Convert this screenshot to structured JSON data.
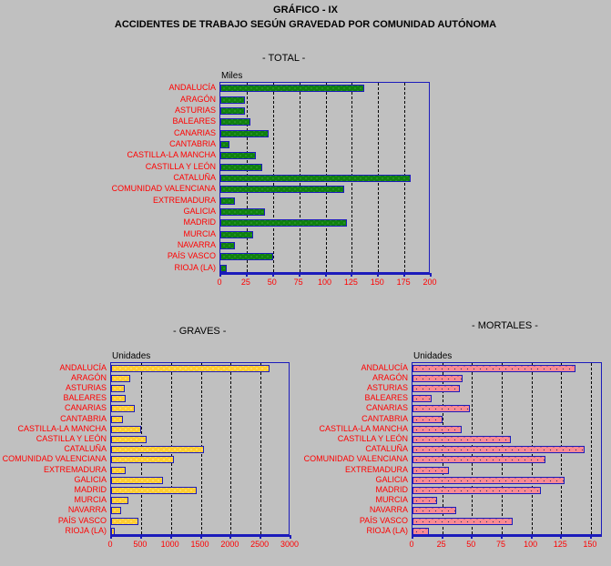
{
  "header": {
    "line1": "GRÁFICO - IX",
    "line2": "ACCIDENTES DE TRABAJO SEGÚN GRAVEDAD POR COMUNIDAD AUTÓNOMA"
  },
  "chart_data": [
    {
      "id": "total",
      "type": "bar",
      "orientation": "horizontal",
      "title": "- TOTAL -",
      "ylabel": "",
      "xlabel": "",
      "unit_label": "Miles",
      "grid": true,
      "legend": "none",
      "xlim": [
        0,
        200
      ],
      "xticks": [
        0,
        25,
        50,
        75,
        100,
        125,
        150,
        175,
        200
      ],
      "bar_color": "#108010",
      "bar_border_color": "#1b1bbb",
      "label_color": "#ff0000",
      "categories": [
        "ANDALUCÍA",
        "ARAGÓN",
        "ASTURIAS",
        "BALEARES",
        "CANARIAS",
        "CANTABRIA",
        "CASTILLA-LA MANCHA",
        "CASTILLA Y LEÓN",
        "CATALUÑA",
        "COMUNIDAD VALENCIANA",
        "EXTREMADURA",
        "GALICIA",
        "MADRID",
        "MURCIA",
        "NAVARRA",
        "PAÍS VASCO",
        "RIOJA (LA)"
      ],
      "values": [
        137,
        23,
        23,
        29,
        46,
        9,
        34,
        40,
        181,
        118,
        14,
        42,
        120,
        31,
        14,
        50,
        6
      ]
    },
    {
      "id": "graves",
      "type": "bar",
      "orientation": "horizontal",
      "title": "- GRAVES -",
      "ylabel": "",
      "xlabel": "",
      "unit_label": "Unidades",
      "grid": true,
      "legend": "none",
      "xlim": [
        0,
        3000
      ],
      "xticks": [
        0,
        500,
        1000,
        1500,
        2000,
        2500,
        3000
      ],
      "bar_color": "#ffcc33",
      "bar_border_color": "#1b1bbb",
      "label_color": "#ff0000",
      "categories": [
        "ANDALUCÍA",
        "ARAGÓN",
        "ASTURIAS",
        "BALEARES",
        "CANARIAS",
        "CANTABRIA",
        "CASTILLA-LA MANCHA",
        "CASTILLA Y LEÓN",
        "CATALUÑA",
        "COMUNIDAD VALENCIANA",
        "EXTREMADURA",
        "GALICIA",
        "MADRID",
        "MURCIA",
        "NAVARRA",
        "PAÍS VASCO",
        "RIOJA (LA)"
      ],
      "values": [
        2650,
        320,
        230,
        250,
        400,
        200,
        500,
        600,
        1550,
        1050,
        240,
        870,
        1430,
        290,
        170,
        460,
        60
      ]
    },
    {
      "id": "mortales",
      "type": "bar",
      "orientation": "horizontal",
      "title": "- MORTALES -",
      "ylabel": "",
      "xlabel": "",
      "unit_label": "Unidades",
      "grid": true,
      "legend": "none",
      "xlim": [
        0,
        160
      ],
      "xticks": [
        0,
        25,
        50,
        75,
        100,
        125,
        150
      ],
      "bar_color": "#f98a93",
      "bar_border_color": "#1b1bbb",
      "label_color": "#ff0000",
      "categories": [
        "ANDALUCÍA",
        "ARAGÓN",
        "ASTURIAS",
        "BALEARES",
        "CANARIAS",
        "CANTABRIA",
        "CASTILLA-LA MANCHA",
        "CASTILLA Y LEÓN",
        "CATALUÑA",
        "COMUNIDAD VALENCIANA",
        "EXTREMADURA",
        "GALICIA",
        "MADRID",
        "MURCIA",
        "NAVARRA",
        "PAÍS VASCO",
        "RIOJA (LA)"
      ],
      "values": [
        137,
        42,
        40,
        16,
        48,
        25,
        41,
        83,
        145,
        112,
        31,
        128,
        108,
        21,
        37,
        84,
        14
      ]
    }
  ]
}
